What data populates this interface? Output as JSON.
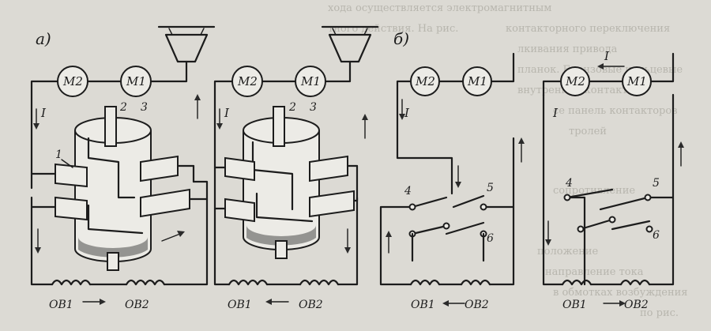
{
  "colors": {
    "paper": "#dcdad4",
    "ink": "#1c1c1c",
    "bleed_text": "#b8b6ae"
  },
  "panels": [
    {
      "label": "а)"
    },
    {
      "label": "б)"
    }
  ],
  "motors": {
    "m1": "M1",
    "m2": "M2"
  },
  "windings": {
    "ob1": "ОВ1",
    "ob2": "ОВ2"
  },
  "current": "I",
  "parts": {
    "p1": "1",
    "p2": "2",
    "p3": "3"
  },
  "contacts": {
    "c4": "4",
    "c5": "5",
    "c6": "6"
  },
  "background_text": [
    "хода осуществляется электромагнитным",
    "тного действия. На рис.",
    "контакторного переключения",
    "лкивания привода",
    "планок. Бронзовые кольцевые",
    "внутренние контакты",
    "се панель контакторов",
    "тролей",
    "сопротивление",
    "положение",
    "направление тока",
    "в обмотках возбуждения",
    "по рис."
  ]
}
